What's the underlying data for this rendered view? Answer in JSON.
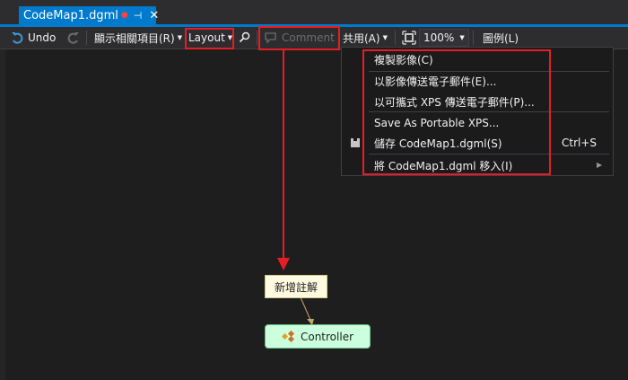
{
  "tab": {
    "title": "CodeMap1.dgml",
    "modified_dot": "●",
    "pin_icon": "⊣",
    "close_icon": "✕"
  },
  "toolbar": {
    "undo_label": "Undo",
    "related_items_label": "顯示相關項目(R)",
    "layout_label": "Layout",
    "comment_label": "Comment",
    "share_label": "共用(A)",
    "zoom_label": "100%",
    "legend_label": "圖例(L)"
  },
  "share_menu": {
    "items": [
      {
        "label": "複製影像(C)"
      },
      {
        "label": "以影像傳送電子郵件(E)..."
      },
      {
        "label": "以可攜式 XPS 傳送電子郵件(P)..."
      },
      {
        "label": "Save As Portable XPS..."
      },
      {
        "label": "儲存 CodeMap1.dgml(S)",
        "shortcut": "Ctrl+S"
      },
      {
        "label": "將 CodeMap1.dgml 移入(I)"
      }
    ]
  },
  "canvas": {
    "comment_node": "新增註解",
    "class_node": "Controller"
  },
  "colors": {
    "accent": "#007acc",
    "highlight": "#e51e25",
    "comment_fill": "#fffbe0",
    "node_fill": "#ccffdd"
  }
}
